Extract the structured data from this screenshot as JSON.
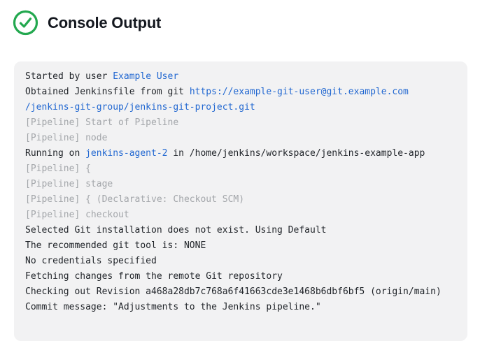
{
  "header": {
    "title": "Console Output",
    "status": "success",
    "status_icon": "check-circle-icon"
  },
  "colors": {
    "success_green": "#23A84F",
    "link_blue": "#2268D1",
    "muted_gray": "#A3A6AA",
    "text_dark": "#1F2328",
    "panel_bg": "#F2F2F3",
    "title_color": "#14181F"
  },
  "console": {
    "lines": [
      {
        "segments": [
          {
            "text": "Started by user ",
            "type": "plain"
          },
          {
            "text": "Example User",
            "type": "link"
          }
        ]
      },
      {
        "segments": [
          {
            "text": "Obtained Jenkinsfile from git ",
            "type": "plain"
          },
          {
            "text": "https://example-git-user@git.example.com",
            "type": "link"
          }
        ]
      },
      {
        "segments": [
          {
            "text": "/jenkins-git-group/jenkins-git-project.git",
            "type": "link"
          }
        ]
      },
      {
        "segments": [
          {
            "text": "[Pipeline] Start of Pipeline",
            "type": "muted"
          }
        ]
      },
      {
        "segments": [
          {
            "text": "[Pipeline] node",
            "type": "muted"
          }
        ]
      },
      {
        "segments": [
          {
            "text": "Running on ",
            "type": "plain"
          },
          {
            "text": "jenkins-agent-2",
            "type": "link"
          },
          {
            "text": " in /home/jenkins/workspace/jenkins-example-app",
            "type": "plain"
          }
        ]
      },
      {
        "segments": [
          {
            "text": "[Pipeline] {",
            "type": "muted"
          }
        ]
      },
      {
        "segments": [
          {
            "text": "[Pipeline] stage",
            "type": "muted"
          }
        ]
      },
      {
        "segments": [
          {
            "text": "[Pipeline] { (Declarative: Checkout SCM)",
            "type": "muted"
          }
        ]
      },
      {
        "segments": [
          {
            "text": "[Pipeline] checkout",
            "type": "muted"
          }
        ]
      },
      {
        "segments": [
          {
            "text": "Selected Git installation does not exist. Using Default",
            "type": "plain"
          }
        ]
      },
      {
        "segments": [
          {
            "text": "The recommended git tool is: NONE",
            "type": "plain"
          }
        ]
      },
      {
        "segments": [
          {
            "text": "No credentials specified",
            "type": "plain"
          }
        ]
      },
      {
        "segments": [
          {
            "text": "Fetching changes from the remote Git repository",
            "type": "plain"
          }
        ]
      },
      {
        "segments": [
          {
            "text": "Checking out Revision a468a28db7c768a6f41663cde3e1468b6dbf6bf5 (origin/main)",
            "type": "plain"
          }
        ]
      },
      {
        "segments": [
          {
            "text": "Commit message: \"Adjustments to the Jenkins pipeline.\"",
            "type": "plain"
          }
        ]
      }
    ]
  }
}
